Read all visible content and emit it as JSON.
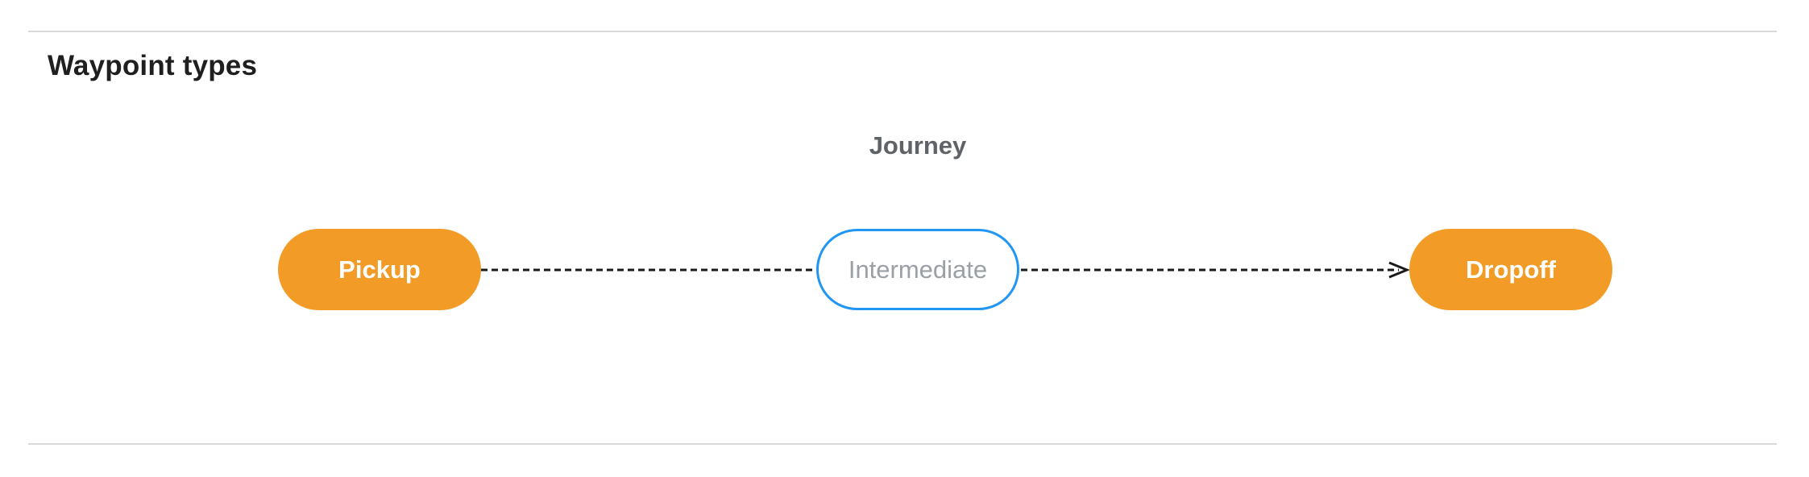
{
  "section": {
    "title": "Waypoint types"
  },
  "diagram": {
    "title": "Journey",
    "nodes": [
      {
        "id": "pickup",
        "label": "Pickup",
        "type": "terminal"
      },
      {
        "id": "intermediate",
        "label": "Intermediate",
        "type": "intermediate"
      },
      {
        "id": "dropoff",
        "label": "Dropoff",
        "type": "terminal"
      }
    ],
    "edges": [
      {
        "from": "pickup",
        "to": "intermediate",
        "style": "dashed",
        "arrow": false
      },
      {
        "from": "intermediate",
        "to": "dropoff",
        "style": "dashed",
        "arrow": true
      }
    ]
  },
  "colors": {
    "terminal_fill": "#F29B26",
    "terminal_text": "#FFFFFF",
    "intermediate_border": "#2196F3",
    "intermediate_fill": "#FFFFFF",
    "intermediate_text": "#9AA0A6",
    "edge": "#1A1A1A",
    "journey_label": "#5F6368",
    "heading": "#1F1F1F",
    "divider": "#D9D9D9",
    "background": "#FFFFFF"
  }
}
